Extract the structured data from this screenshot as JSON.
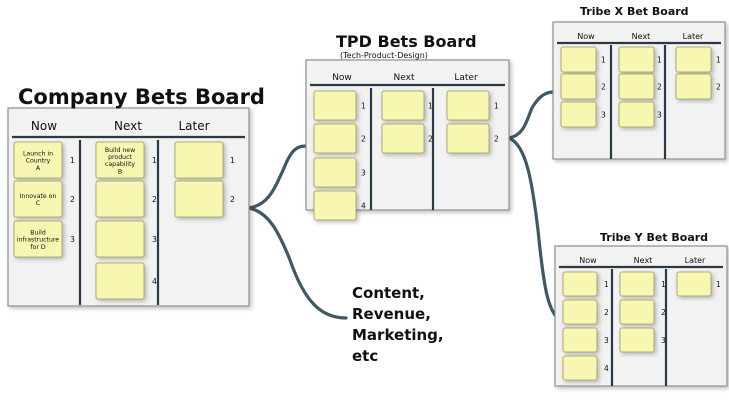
{
  "boards": [
    {
      "id": "company",
      "title": "Company Bets Board",
      "subtitle": "",
      "columns": [
        "Now",
        "Next",
        "Later"
      ],
      "cards": {
        "now": [
          {
            "text": [
              "Launch in",
              "Country",
              "A"
            ],
            "number": "1"
          },
          {
            "text": [
              "Innovate on",
              "C"
            ],
            "number": "2"
          },
          {
            "text": [
              "Build",
              "infrastructure",
              "for D"
            ],
            "number": "3"
          }
        ],
        "next": [
          {
            "text": [
              "Build new",
              "product",
              "capability",
              "B"
            ],
            "number": "1"
          },
          {
            "text": [],
            "number": "2"
          },
          {
            "text": [],
            "number": "3"
          },
          {
            "text": [],
            "number": "4"
          }
        ],
        "later": [
          {
            "text": [],
            "number": "1"
          },
          {
            "text": [],
            "number": "2"
          }
        ]
      }
    },
    {
      "id": "tpd",
      "title": "TPD Bets Board",
      "subtitle": "(Tech-Product-Design)",
      "columns": [
        "Now",
        "Next",
        "Later"
      ],
      "cards": {
        "now": [
          {
            "number": "1"
          },
          {
            "number": "2"
          },
          {
            "number": "3"
          },
          {
            "number": "4"
          }
        ],
        "next": [
          {
            "number": "1"
          },
          {
            "number": "2"
          }
        ],
        "later": [
          {
            "number": "1"
          },
          {
            "number": "2"
          }
        ]
      }
    },
    {
      "id": "tribe-x",
      "title": "Tribe X Bet Board",
      "subtitle": "",
      "columns": [
        "Now",
        "Next",
        "Later"
      ],
      "cards": {
        "now": [
          {
            "number": "1"
          },
          {
            "number": "2"
          },
          {
            "number": "3"
          }
        ],
        "next": [
          {
            "number": "1"
          },
          {
            "number": "2"
          },
          {
            "number": "3"
          }
        ],
        "later": [
          {
            "number": "1"
          },
          {
            "number": "2"
          }
        ]
      }
    },
    {
      "id": "tribe-y",
      "title": "Tribe Y Bet Board",
      "subtitle": "",
      "columns": [
        "Now",
        "Next",
        "Later"
      ],
      "cards": {
        "now": [
          {
            "number": "1"
          },
          {
            "number": "2"
          },
          {
            "number": "3"
          },
          {
            "number": "4"
          }
        ],
        "next": [
          {
            "number": "1"
          },
          {
            "number": "2"
          },
          {
            "number": "3"
          }
        ],
        "later": [
          {
            "number": "1"
          }
        ]
      }
    }
  ],
  "other_areas": [
    "Content,",
    "Revenue,",
    "Marketing,",
    "etc"
  ],
  "colors": {
    "card_fill": "#f7f7b2",
    "card_stroke": "#9a9a5a",
    "board_fill": "#f2f2f2",
    "board_stroke": "#8f8f8f",
    "divider": "#2a3a45",
    "connector": "#3f5866",
    "number": "#8a8a8a"
  }
}
